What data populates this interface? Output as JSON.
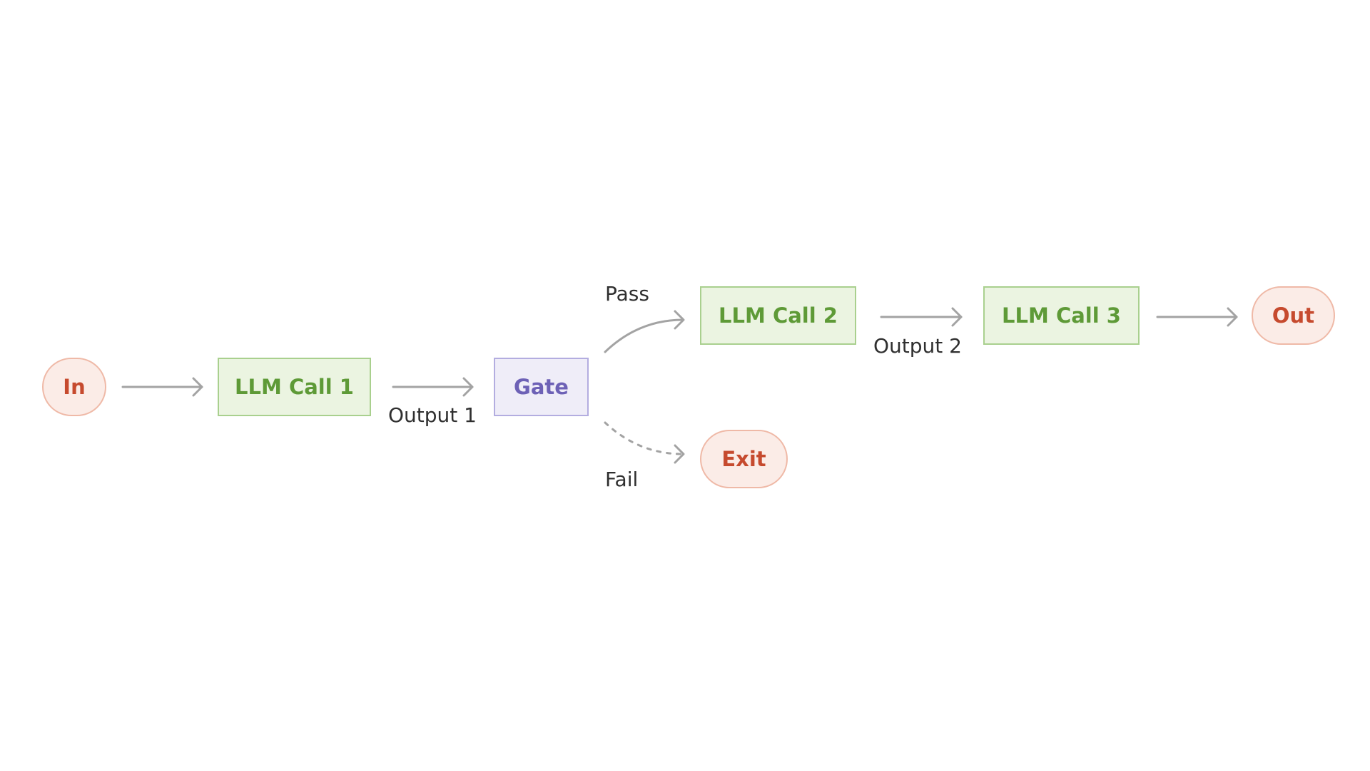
{
  "nodes": {
    "in": "In",
    "llm_call_1": "LLM Call 1",
    "gate": "Gate",
    "llm_call_2": "LLM Call 2",
    "llm_call_3": "LLM Call 3",
    "out": "Out",
    "exit": "Exit"
  },
  "edge_labels": {
    "output_1": "Output 1",
    "pass": "Pass",
    "fail": "Fail",
    "output_2": "Output 2"
  },
  "colors": {
    "terminal_fill": "#fbece7",
    "terminal_stroke": "#efb9a7",
    "terminal_text": "#c64a2e",
    "llm_fill": "#ebf4e1",
    "llm_stroke": "#a9d08e",
    "llm_text": "#5e9a37",
    "gate_fill": "#efedf8",
    "gate_stroke": "#b3ade0",
    "gate_text": "#6d61b6",
    "arrow": "#a3a3a3"
  }
}
